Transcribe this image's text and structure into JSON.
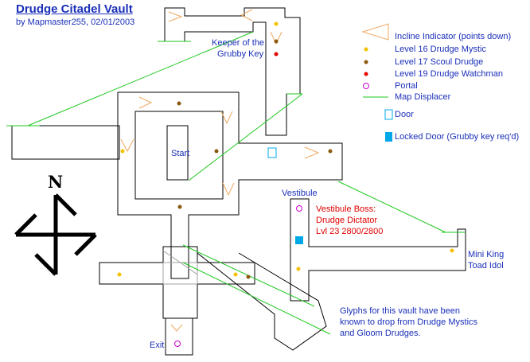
{
  "title": "Drudge Citadel Vault",
  "byline": "by Mapmaster255, 02/01/2003",
  "labels": {
    "keeper_line1": "Keeper of the",
    "keeper_line2": "Grubby Key",
    "start": "Start",
    "vestibule": "Vestibule",
    "boss_line1": "Vestibule Boss:",
    "boss_line2": "Drudge Dictator",
    "boss_line3": "Lvl 23 2800/2800",
    "miniking_line1": "Mini King",
    "miniking_line2": "Toad Idol",
    "exit": "Exit",
    "glyphs_line1": "Glyphs for this vault have been",
    "glyphs_line2": "known to drop from Drudge Mystics",
    "glyphs_line3": "and Gloom Drudges.",
    "compass_letter": "N"
  },
  "legend": [
    {
      "label": "Incline Indicator (points down)",
      "icon": "incline-triangle-icon"
    },
    {
      "label": "Level 16 Drudge Mystic",
      "icon": "yellow-dot-icon"
    },
    {
      "label": "Level 17 Scoul Drudge",
      "icon": "brown-dot-icon"
    },
    {
      "label": "Level 19 Drudge Watchman",
      "icon": "red-dot-icon"
    },
    {
      "label": "Portal",
      "icon": "portal-ring-icon"
    },
    {
      "label": "Map Displacer",
      "icon": "green-line-icon"
    },
    {
      "label": "Door",
      "icon": "door-icon"
    },
    {
      "label": "Locked Door (Grubby key req'd)",
      "icon": "locked-door-icon"
    }
  ],
  "colors": {
    "text_blue": "#1a2fb8",
    "boss_red": "#e00000",
    "incline_orange": "#f0a860",
    "mystic_yellow": "#f2c200",
    "scoul_brown": "#8a5a10",
    "watchman_red": "#e00000",
    "portal_magenta": "#d000d0",
    "displacer_green": "#1ec81e",
    "door_cyan": "#00a8e8"
  }
}
